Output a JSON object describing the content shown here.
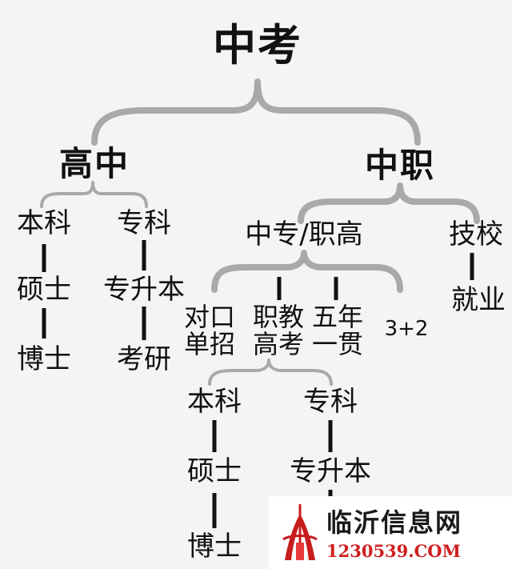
{
  "root": "中考",
  "high_school": {
    "label": "高中",
    "undergrad": {
      "label": "本科",
      "masters": "硕士",
      "phd": "博士"
    },
    "college": {
      "label": "专科",
      "upgrade": "专升本",
      "grad_exam": "考研"
    }
  },
  "vocational": {
    "label": "中职",
    "secondary": {
      "label": "中专/职高",
      "direct": [
        "对口",
        "单招"
      ],
      "exam": [
        "职教",
        "高考"
      ],
      "five_year": [
        "五年",
        "一贯"
      ],
      "three_plus_two": "3+2",
      "exam_branch": {
        "undergrad": {
          "label": "本科",
          "masters": "硕士",
          "phd": "博士"
        },
        "college": {
          "label": "专科",
          "upgrade": "专升本"
        }
      }
    },
    "tech_school": {
      "label": "技校",
      "employment": "就业"
    }
  },
  "watermark": {
    "title": "临沂信息网",
    "url": "1230539.COM",
    "brand_color": "#d01f1f",
    "logo_icon": "tower-logo-icon"
  }
}
